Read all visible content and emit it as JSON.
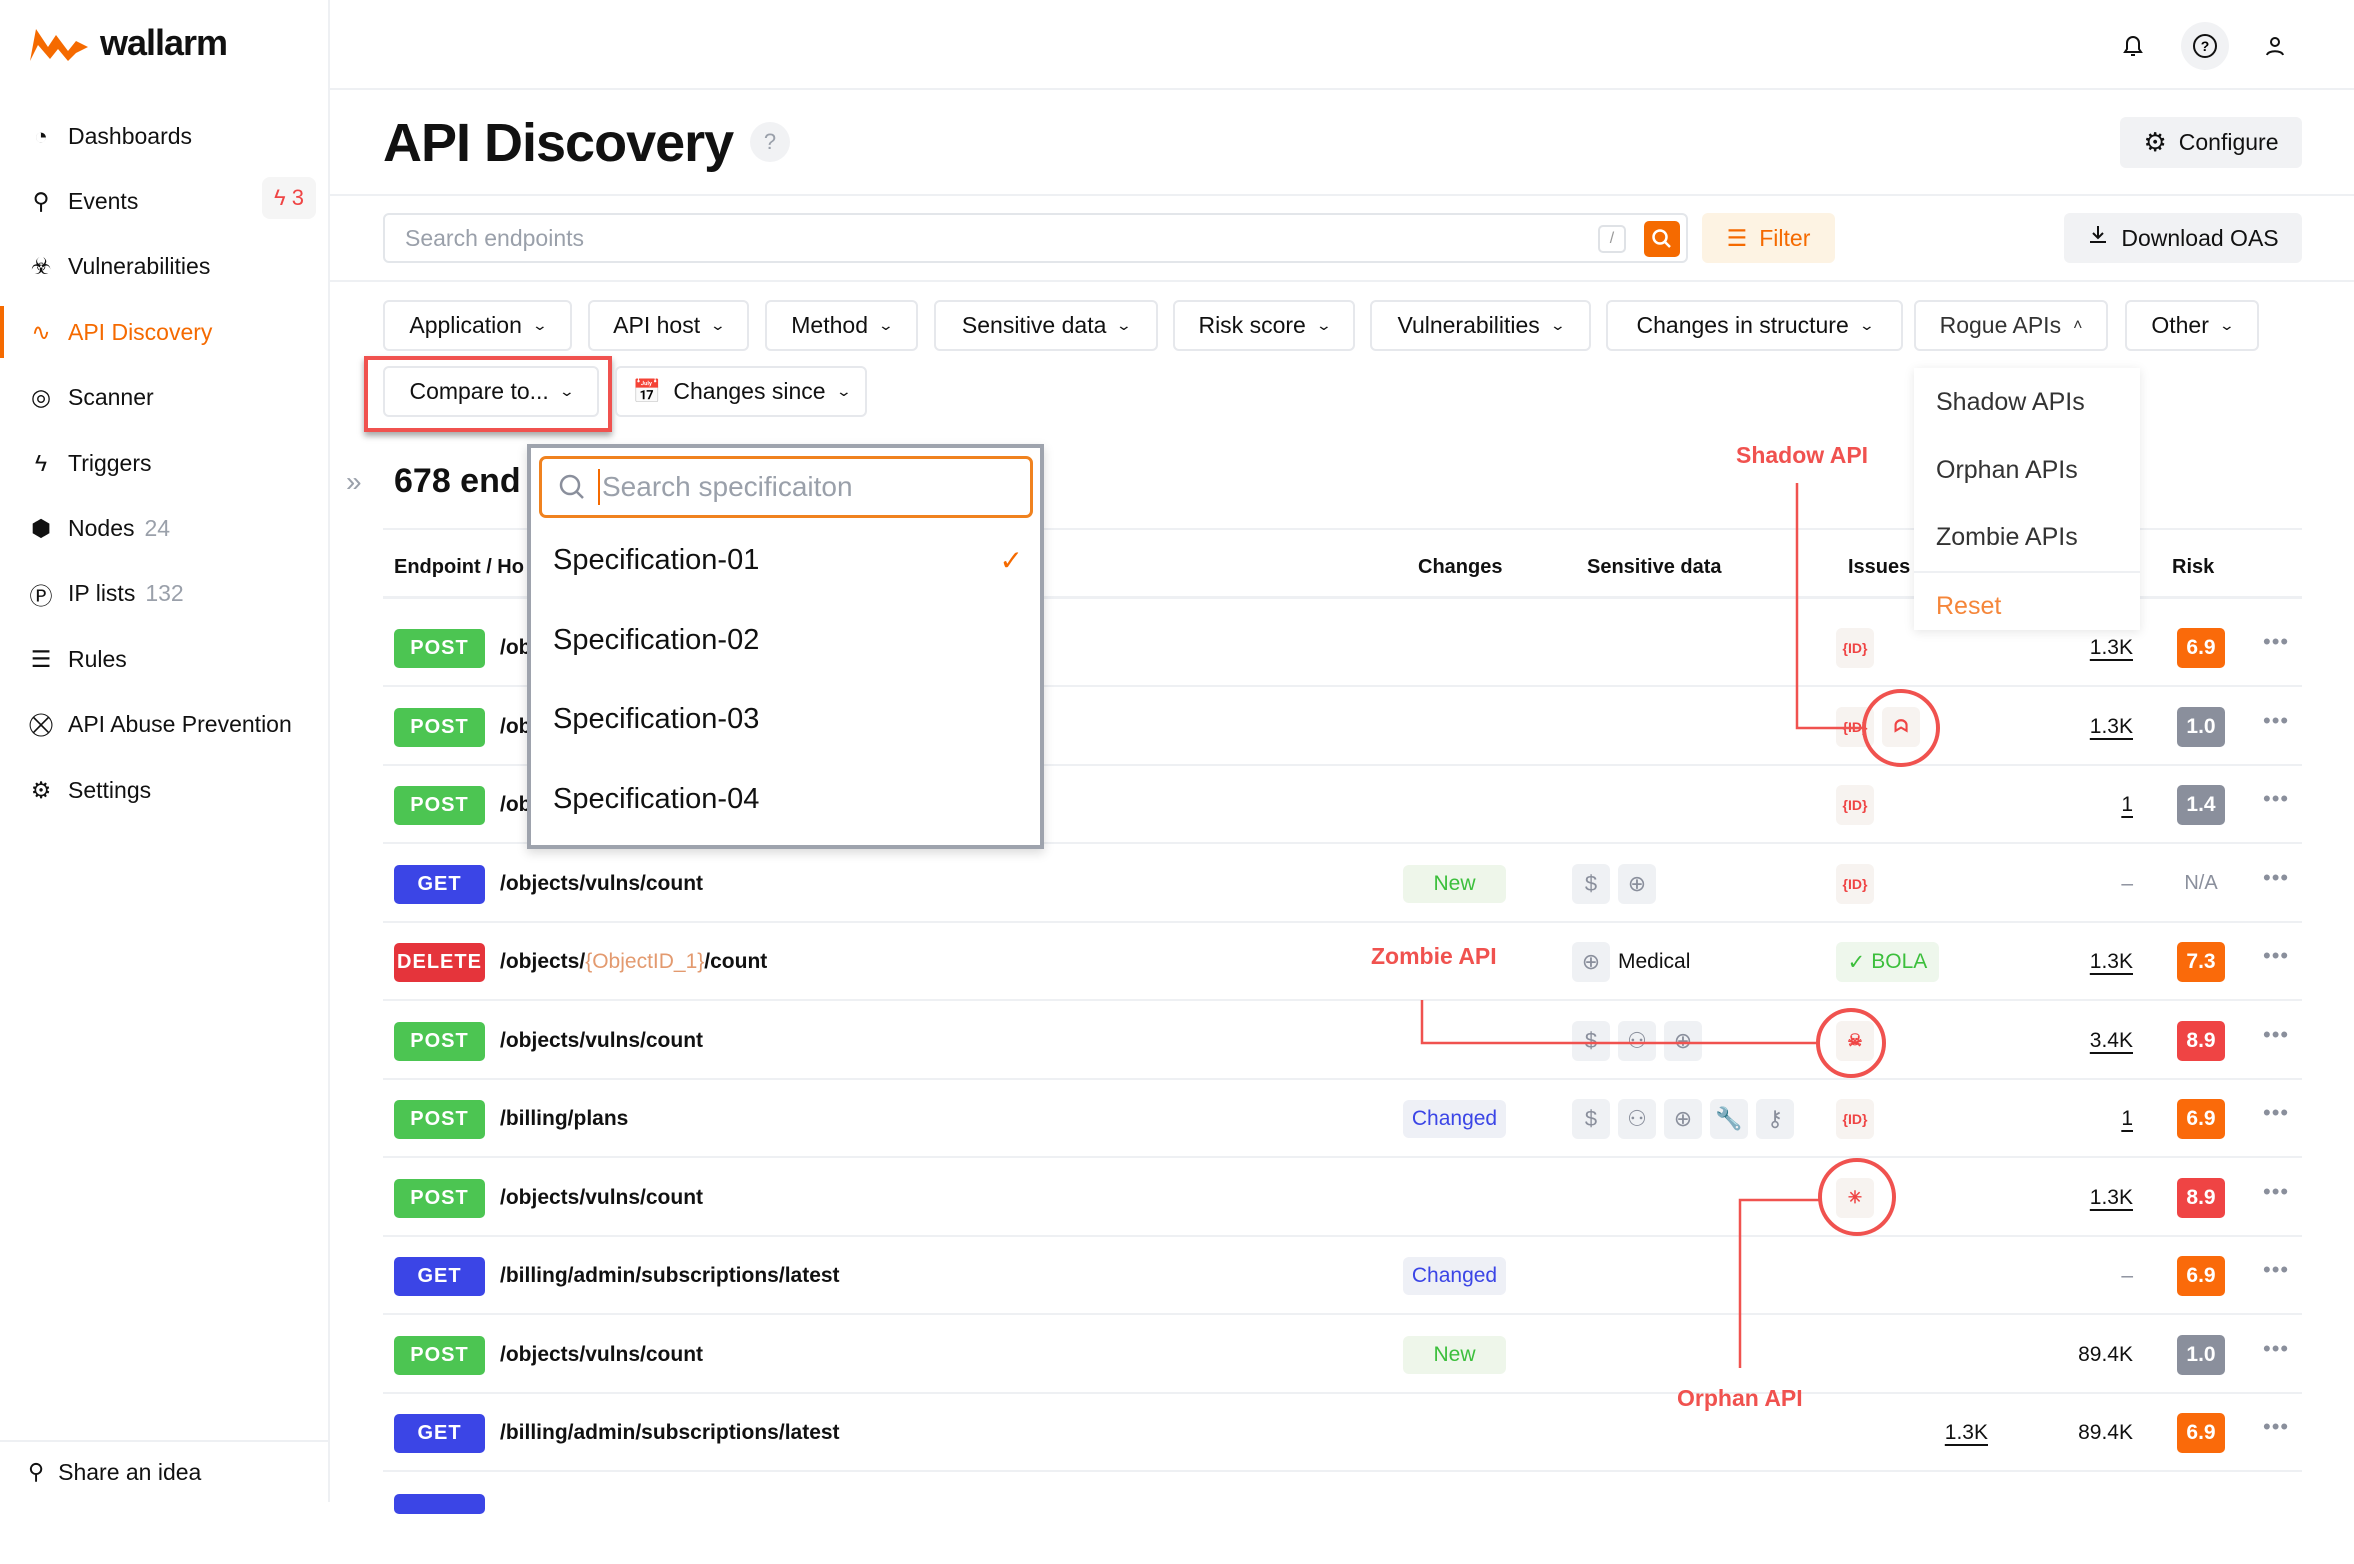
{
  "brand": {
    "name": "wallarm",
    "accent": "#f56a00"
  },
  "sidebar": {
    "items": [
      {
        "label": "Dashboards",
        "icon": "dashboard-icon"
      },
      {
        "label": "Events",
        "icon": "search-icon",
        "badge": "3"
      },
      {
        "label": "Vulnerabilities",
        "icon": "biohazard-icon"
      },
      {
        "label": "API Discovery",
        "icon": "pulse-icon",
        "active": true
      },
      {
        "label": "Scanner",
        "icon": "radar-icon"
      },
      {
        "label": "Triggers",
        "icon": "lightning-icon"
      },
      {
        "label": "Nodes",
        "icon": "nodes-icon",
        "count": "24"
      },
      {
        "label": "IP lists",
        "icon": "ip-icon",
        "count": "132"
      },
      {
        "label": "Rules",
        "icon": "rules-icon"
      },
      {
        "label": "API Abuse Prevention",
        "icon": "bot-icon"
      },
      {
        "label": "Settings",
        "icon": "gear-icon"
      }
    ],
    "share": "Share an idea"
  },
  "header": {
    "title": "API Discovery",
    "configure": "Configure"
  },
  "search": {
    "placeholder": "Search endpoints",
    "shortcut": "/",
    "filter": "Filter",
    "download": "Download OAS"
  },
  "filters": [
    "Application",
    "API host",
    "Method",
    "Sensitive data",
    "Risk score",
    "Vulnerabilities",
    "Changes in structure",
    "Rogue APIs",
    "Other"
  ],
  "filters2": {
    "compare": "Compare to...",
    "since": "Changes since"
  },
  "summary": "678 end",
  "table": {
    "headers": {
      "endpoint": "Endpoint / Ho",
      "changes": "Changes",
      "sensitive": "Sensitive data",
      "issues": "Issues",
      "risk": "Risk"
    },
    "rows": [
      {
        "method": "POST",
        "path": "/ob",
        "issues": [
          "id"
        ],
        "count": "1.3K",
        "risk": "6.9",
        "risk_color": "orange"
      },
      {
        "method": "POST",
        "path": "/ob",
        "issues": [
          "id",
          "ghost"
        ],
        "count": "1.3K",
        "risk": "1.0",
        "risk_color": "gray"
      },
      {
        "method": "POST",
        "path": "/ob",
        "issues": [
          "id"
        ],
        "count": "1",
        "risk": "1.4",
        "risk_color": "gray"
      },
      {
        "method": "GET",
        "path": "/objects/vulns/count",
        "change": "New",
        "sensitive": [
          "dollar",
          "medical"
        ],
        "issues": [
          "id"
        ],
        "count": "–",
        "risk": "N/A",
        "risk_color": "none"
      },
      {
        "method": "DELETE",
        "path_parts": [
          "/objects/",
          "{ObjectID_1}",
          "/count"
        ],
        "sensitive": [
          "medical"
        ],
        "sensitive_label": "Medical",
        "issues": [
          "bola"
        ],
        "issue_label": "BOLA",
        "count": "1.3K",
        "risk": "7.3",
        "risk_color": "orange"
      },
      {
        "method": "POST",
        "path": "/objects/vulns/count",
        "sensitive": [
          "dollar",
          "user",
          "medical"
        ],
        "issues": [
          "skull"
        ],
        "count": "3.4K",
        "risk": "8.9",
        "risk_color": "red"
      },
      {
        "method": "POST",
        "path": "/billing/plans",
        "change": "Changed",
        "sensitive": [
          "dollar",
          "user",
          "medical",
          "wrench",
          "key"
        ],
        "issues": [
          "id"
        ],
        "count": "1",
        "risk": "6.9",
        "risk_color": "orange"
      },
      {
        "method": "POST",
        "path": "/objects/vulns/count",
        "issues": [
          "orphan"
        ],
        "count": "1.3K",
        "risk": "8.9",
        "risk_color": "red"
      },
      {
        "method": "GET",
        "path": "/billing/admin/subscriptions/latest",
        "change": "Changed",
        "count": "–",
        "risk": "6.9",
        "risk_color": "orange"
      },
      {
        "method": "POST",
        "path": "/objects/vulns/count",
        "change": "New",
        "count": "89.4K",
        "count_plain": true,
        "risk": "1.0",
        "risk_color": "gray"
      },
      {
        "method": "GET",
        "path": "/billing/admin/subscriptions/latest",
        "extra": "1.3K",
        "count": "89.4K",
        "count_plain": true,
        "risk": "6.9",
        "risk_color": "orange"
      }
    ]
  },
  "spec_dropdown": {
    "placeholder": "Search specificaiton",
    "items": [
      "Specification-01",
      "Specification-02",
      "Specification-03",
      "Specification-04"
    ],
    "selected": 0
  },
  "rogue_dropdown": {
    "items": [
      "Shadow APIs",
      "Orphan APIs",
      "Zombie APIs"
    ],
    "reset": "Reset"
  },
  "annotations": {
    "shadow": "Shadow API",
    "zombie": "Zombie API",
    "orphan": "Orphan API"
  },
  "colors": {
    "post": "#4cc552",
    "get": "#3b45e6",
    "delete": "#e5343b",
    "risk_orange": "#fa6a0a",
    "risk_red": "#ef4444",
    "risk_gray": "#8a8f9c",
    "annotation": "#f0524f"
  }
}
